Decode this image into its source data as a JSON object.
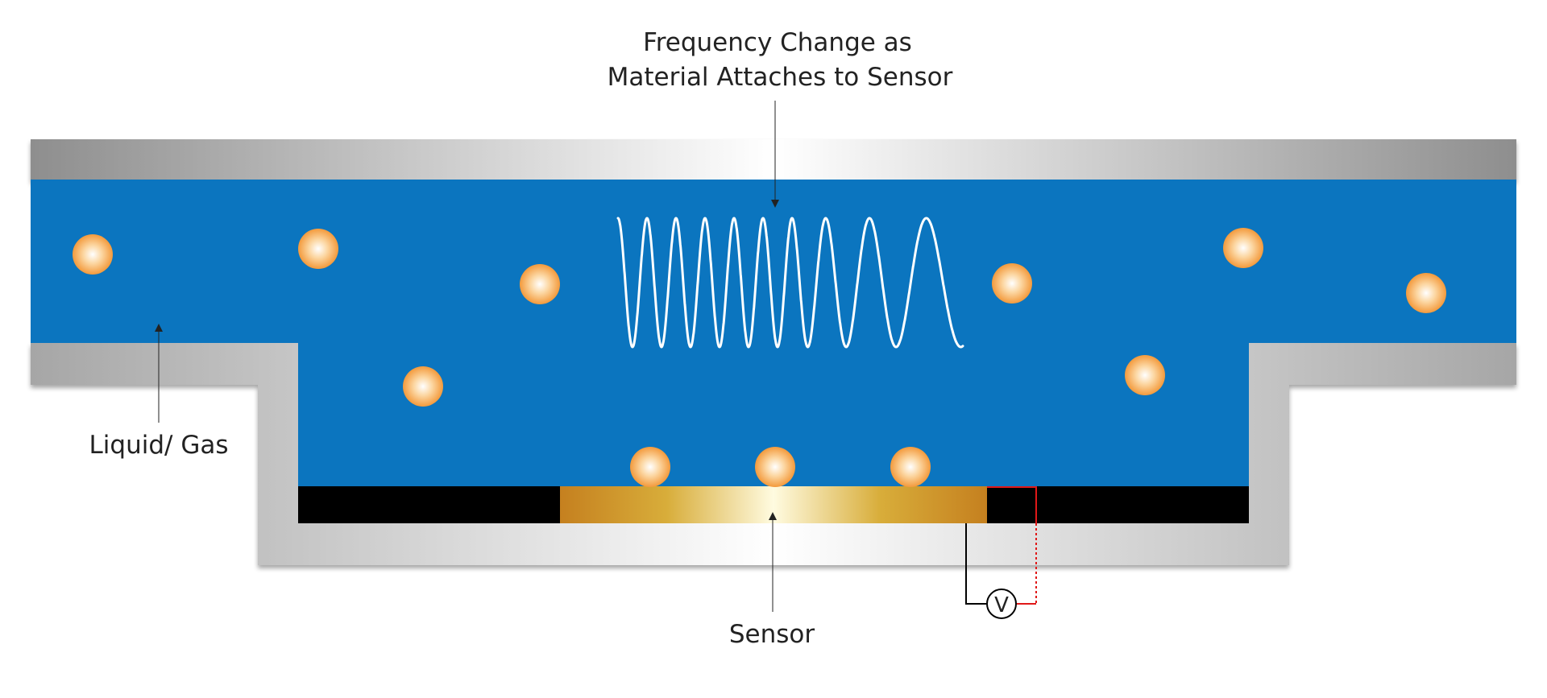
{
  "labels": {
    "title_line1": "Frequency Change as",
    "title_line2": "Material Attaches to Sensor",
    "medium": "Liquid/ Gas",
    "sensor": "Sensor",
    "meter": "V"
  },
  "colors": {
    "fluid": "#0b75bf",
    "particle": "#f39a3c",
    "sensor_gold": "#d6ac35",
    "base_black": "#000000",
    "wire_red": "#e01818",
    "wave": "#ffffff"
  }
}
